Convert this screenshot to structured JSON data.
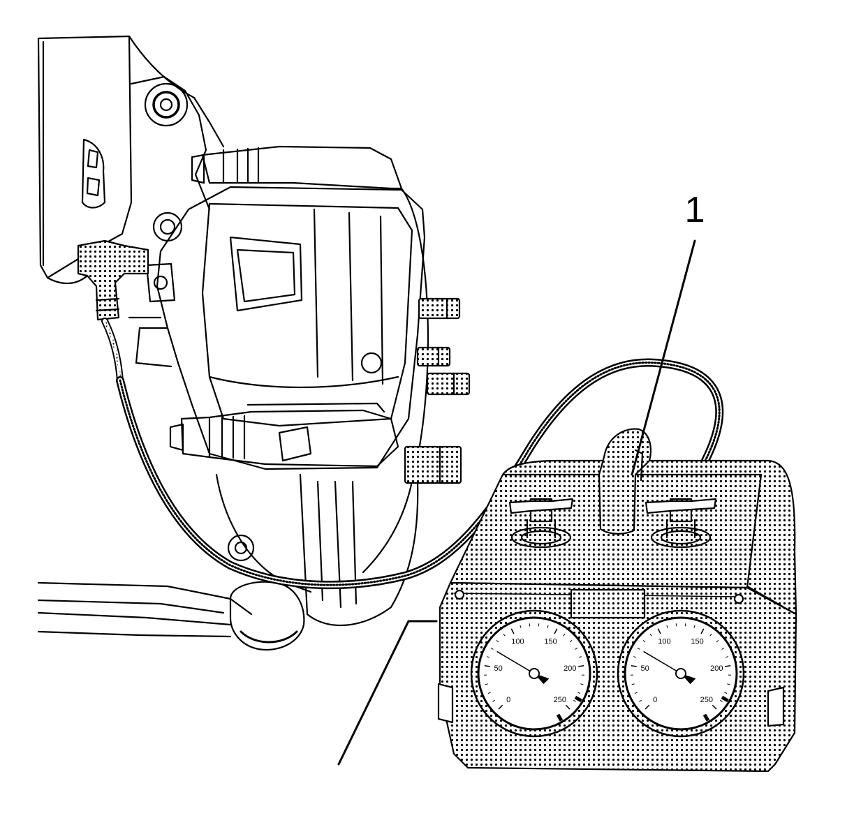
{
  "diagram": {
    "callouts": [
      {
        "id": "1",
        "label": "1"
      }
    ],
    "gauges": [
      {
        "name": "left-pressure-gauge",
        "scale": [
          "0",
          "50",
          "100",
          "150",
          "200",
          "250"
        ],
        "needle_value": 70,
        "scale_max": 250
      },
      {
        "name": "right-pressure-gauge",
        "scale": [
          "0",
          "50",
          "100",
          "150",
          "200",
          "250"
        ],
        "needle_value": 70,
        "scale_max": 250
      }
    ],
    "colors": {
      "line": "#000000",
      "fill": "#ffffff",
      "stipple": "#000000"
    }
  }
}
